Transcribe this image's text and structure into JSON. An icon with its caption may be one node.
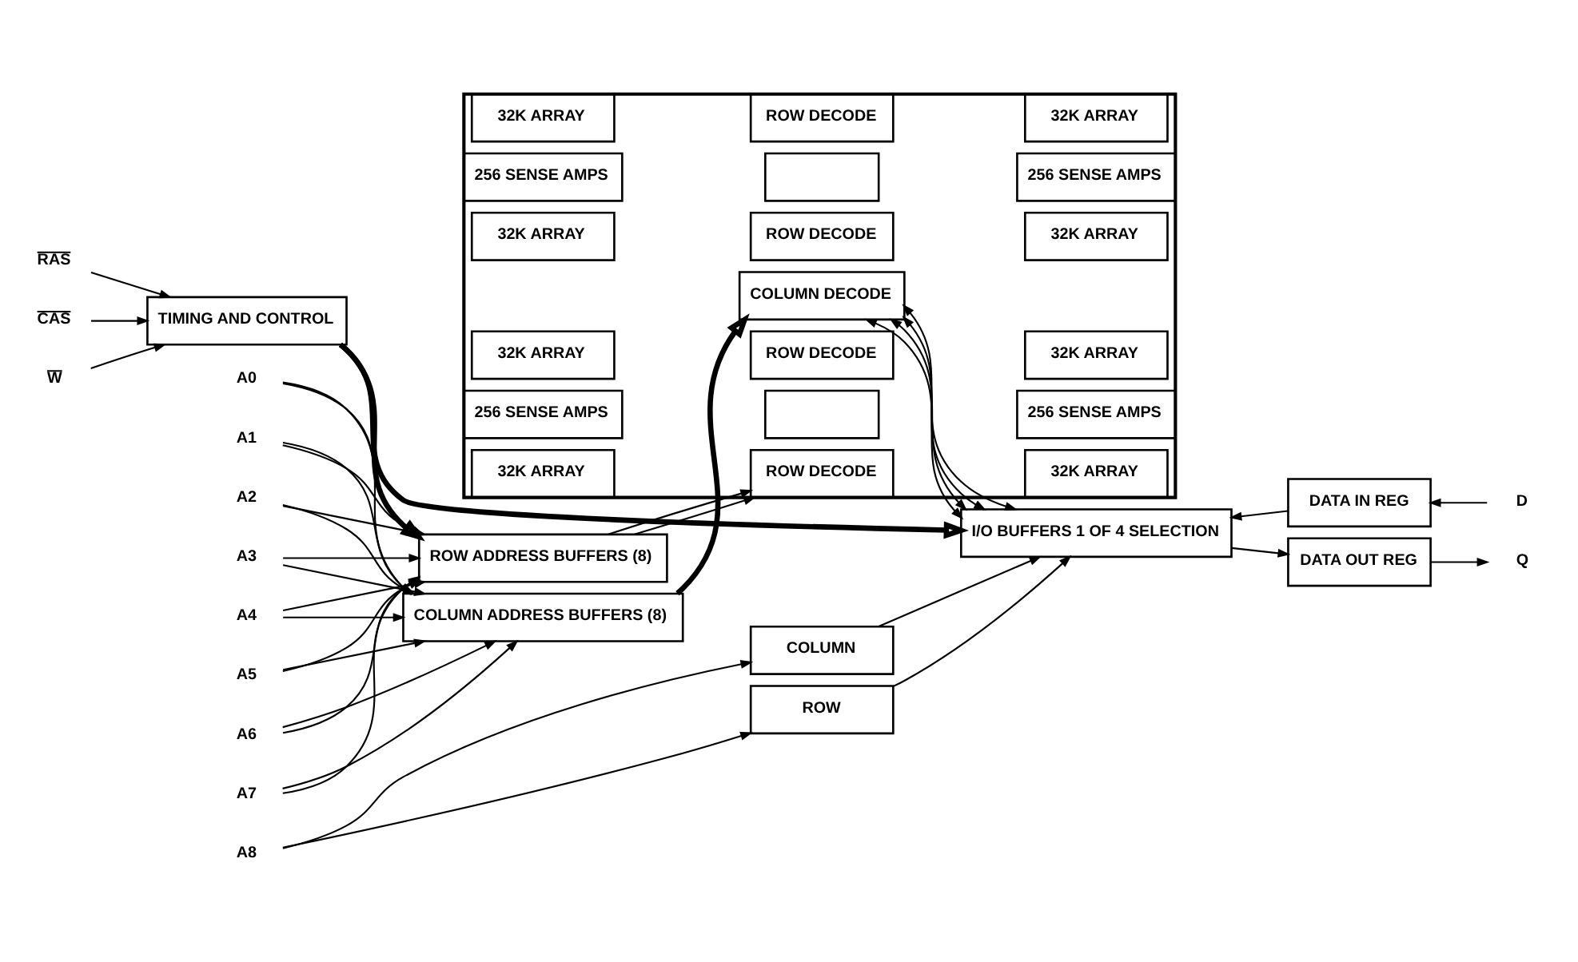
{
  "diagram": {
    "nodes": [
      {
        "text": [
          "RAS"
        ]
      },
      {
        "text": [
          "CAS"
        ]
      },
      {
        "text": [
          "W"
        ]
      },
      {
        "text": [
          "TIMING AND CONTROL"
        ]
      },
      {
        "text": [
          "A0"
        ]
      },
      {
        "text": [
          "A1"
        ]
      },
      {
        "text": [
          "A2"
        ]
      },
      {
        "text": [
          "A3"
        ]
      },
      {
        "text": [
          "A4"
        ]
      },
      {
        "text": [
          "A5"
        ]
      },
      {
        "text": [
          "A6"
        ]
      },
      {
        "text": [
          "A7"
        ]
      },
      {
        "text": [
          "A8"
        ]
      },
      {
        "text": [
          "ROW ADDRESS BUFFERS (8)"
        ]
      },
      {
        "text": [
          "COLUMN ADDRESS BUFFERS (8)"
        ]
      },
      {
        "text": [
          "COLUMN"
        ]
      },
      {
        "text": [
          "ROW"
        ]
      },
      {
        "text": [],
        "shape": "box"
      },
      {
        "text": [
          "32K ARRAY"
        ],
        "in": 17
      },
      {
        "text": [
          "ROW DECODE"
        ],
        "in": 17
      },
      {
        "text": [
          "32K ARRAY"
        ],
        "in": 17
      },
      {
        "text": [
          "256 SENSE AMPS"
        ],
        "in": 17
      },
      {
        "text": [],
        "shape": "box",
        "in": 17
      },
      {
        "text": [
          "256 SENSE AMPS"
        ],
        "in": 17
      },
      {
        "text": [
          "32K ARRAY"
        ],
        "in": 17
      },
      {
        "text": [
          "ROW DECODE"
        ],
        "in": 17
      },
      {
        "text": [
          "32K ARRAY"
        ],
        "in": 17
      },
      {
        "text": [
          "COLUMN DECODE"
        ],
        "in": 17
      },
      {
        "text": [
          "32K ARRAY"
        ],
        "in": 17
      },
      {
        "text": [
          "ROW DECODE"
        ],
        "in": 17
      },
      {
        "text": [
          "32K ARRAY"
        ],
        "in": 17
      },
      {
        "text": [
          "256 SENSE AMPS"
        ],
        "in": 17
      },
      {
        "text": [],
        "shape": "box",
        "in": 17
      },
      {
        "text": [
          "256 SENSE AMPS"
        ],
        "in": 17
      },
      {
        "text": [
          "32K ARRAY"
        ],
        "in": 17
      },
      {
        "text": [
          "ROW DECODE"
        ],
        "in": 17
      },
      {
        "text": [
          "32K ARRAY"
        ],
        "in": 17
      },
      {
        "text": [
          "I/O BUFFERS 1 OF 4 SELECTION"
        ]
      },
      {
        "text": [
          "DATA IN REG"
        ]
      },
      {
        "text": [
          "DATA OUT REG"
        ]
      },
      {
        "text": [
          "D"
        ]
      },
      {
        "text": [
          "Q"
        ]
      }
    ],
    "edges": [
      {
        "from": 0,
        "to": 3,
        "arrow": "to"
      },
      {
        "from": 1,
        "to": 3,
        "arrow": "to"
      },
      {
        "from": 2,
        "to": 3,
        "arrow": "to"
      },
      {
        "from": 3,
        "to": 13,
        "arrow": "to",
        "style": "thick"
      },
      {
        "from": 3,
        "to": 37,
        "arrow": "to",
        "style": "thick"
      },
      {
        "from": 4,
        "to": 13,
        "arrow": "to"
      },
      {
        "from": 5,
        "to": 13,
        "arrow": "to"
      },
      {
        "from": 6,
        "to": 13,
        "arrow": "to"
      },
      {
        "from": 7,
        "to": 13,
        "arrow": "to"
      },
      {
        "from": 8,
        "to": 13,
        "arrow": "to"
      },
      {
        "from": 9,
        "to": 13,
        "arrow": "to"
      },
      {
        "from": 10,
        "to": 13,
        "arrow": "to"
      },
      {
        "from": 11,
        "to": 13,
        "arrow": "to"
      },
      {
        "from": 4,
        "to": 14,
        "arrow": "to"
      },
      {
        "from": 5,
        "to": 14,
        "arrow": "to"
      },
      {
        "from": 6,
        "to": 14,
        "arrow": "to"
      },
      {
        "from": 7,
        "to": 14,
        "arrow": "to"
      },
      {
        "from": 8,
        "to": 14,
        "arrow": "to"
      },
      {
        "from": 9,
        "to": 14,
        "arrow": "to"
      },
      {
        "from": 10,
        "to": 14,
        "arrow": "to"
      },
      {
        "from": 11,
        "to": 14,
        "arrow": "to"
      },
      {
        "from": 12,
        "to": 15,
        "arrow": "to"
      },
      {
        "from": 12,
        "to": 16,
        "arrow": "to"
      },
      {
        "from": 13,
        "to": 19,
        "arrow": "to"
      },
      {
        "from": 13,
        "to": 19,
        "arrow": "to"
      },
      {
        "from": 14,
        "to": 27,
        "arrow": "to",
        "style": "thick"
      },
      {
        "from": 27,
        "to": 37,
        "arrow": "both"
      },
      {
        "from": 27,
        "to": 37,
        "arrow": "both"
      },
      {
        "from": 27,
        "to": 37,
        "arrow": "both"
      },
      {
        "from": 27,
        "to": 37,
        "arrow": "both"
      },
      {
        "from": 38,
        "to": 37,
        "arrow": "to"
      },
      {
        "from": 40,
        "to": 38,
        "arrow": "to"
      },
      {
        "from": 37,
        "to": 39,
        "arrow": "to"
      },
      {
        "from": 39,
        "to": 41,
        "arrow": "to"
      },
      {
        "from": 15,
        "to": 37,
        "arrow": "to"
      },
      {
        "from": 16,
        "to": 37,
        "arrow": "to"
      }
    ]
  }
}
